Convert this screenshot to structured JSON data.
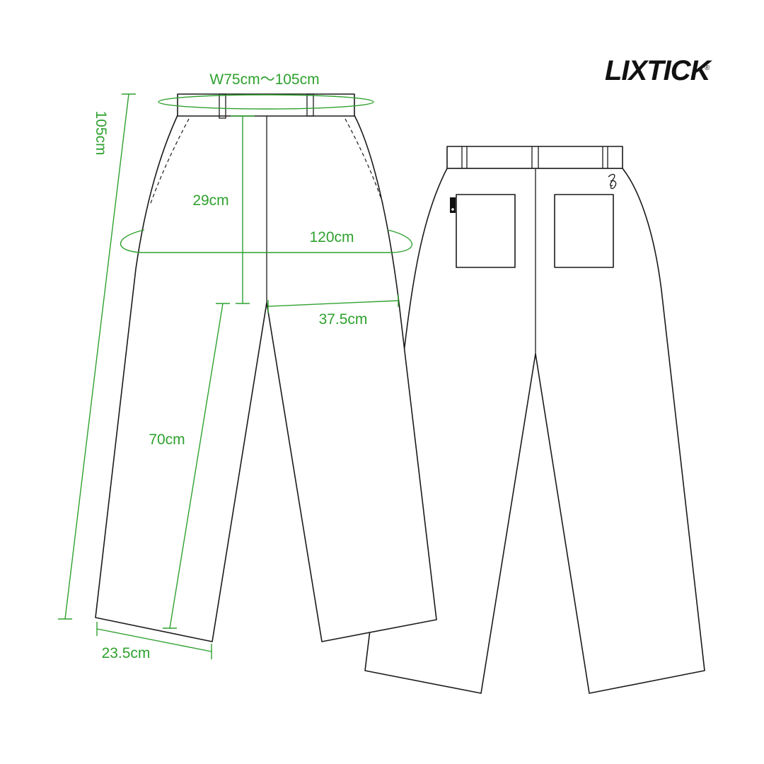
{
  "brand": {
    "logo": "LIXTICK",
    "registered_mark": "®"
  },
  "measurements": {
    "waist": "W75cm〜105cm",
    "total_length": "105cm",
    "rise": "29cm",
    "hip": "120cm",
    "thigh": "37.5cm",
    "inseam": "70cm",
    "hem": "23.5cm"
  },
  "colors": {
    "dimension": "#2fa12f",
    "outline": "#1a1a1a",
    "background": "#ffffff"
  },
  "icons": {
    "back_pocket_embroidery": "script-monogram-icon",
    "side_tab": "brand-tag-icon"
  }
}
